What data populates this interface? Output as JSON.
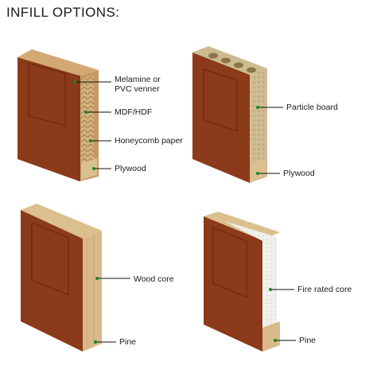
{
  "title": "INFILL OPTIONS:",
  "colors": {
    "veneer": "#8b3a1a",
    "veneer_dark": "#5e230d",
    "wood": "#d9b98a",
    "wood_dark": "#b88e5a",
    "particle": "#c9b78e",
    "fire_core": "#eeeeea",
    "marker": "#0f8a2e"
  },
  "panels": [
    {
      "name": "honeycomb-infill",
      "labels": [
        "Melamine or",
        "PVC venner",
        "MDF/HDF",
        "Honeycomb paper",
        "Plywood"
      ]
    },
    {
      "name": "particle-board-infill",
      "labels": [
        "Particle board",
        "Plywood"
      ]
    },
    {
      "name": "wood-core-infill",
      "labels": [
        "Wood core",
        "Pine"
      ]
    },
    {
      "name": "fire-rated-infill",
      "labels": [
        "Fire rated core",
        "Pine"
      ]
    }
  ]
}
